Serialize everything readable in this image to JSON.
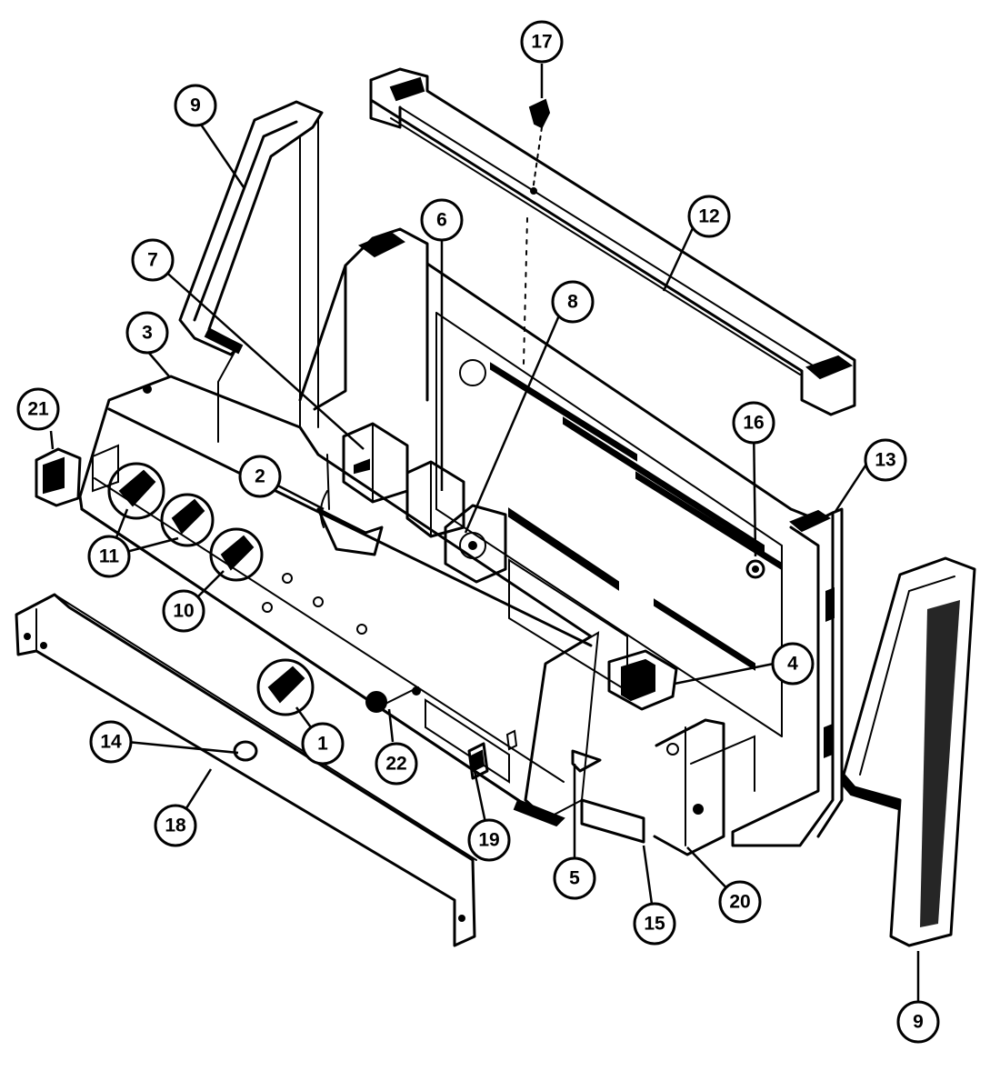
{
  "callouts": [
    {
      "label": "1"
    },
    {
      "label": "2"
    },
    {
      "label": "3"
    },
    {
      "label": "4"
    },
    {
      "label": "5"
    },
    {
      "label": "6"
    },
    {
      "label": "7"
    },
    {
      "label": "8"
    },
    {
      "label": "9"
    },
    {
      "label": "9"
    },
    {
      "label": "10"
    },
    {
      "label": "11"
    },
    {
      "label": "12"
    },
    {
      "label": "13"
    },
    {
      "label": "14"
    },
    {
      "label": "15"
    },
    {
      "label": "16"
    },
    {
      "label": "17"
    },
    {
      "label": "18"
    },
    {
      "label": "19"
    },
    {
      "label": "20"
    },
    {
      "label": "21"
    },
    {
      "label": "22"
    }
  ]
}
